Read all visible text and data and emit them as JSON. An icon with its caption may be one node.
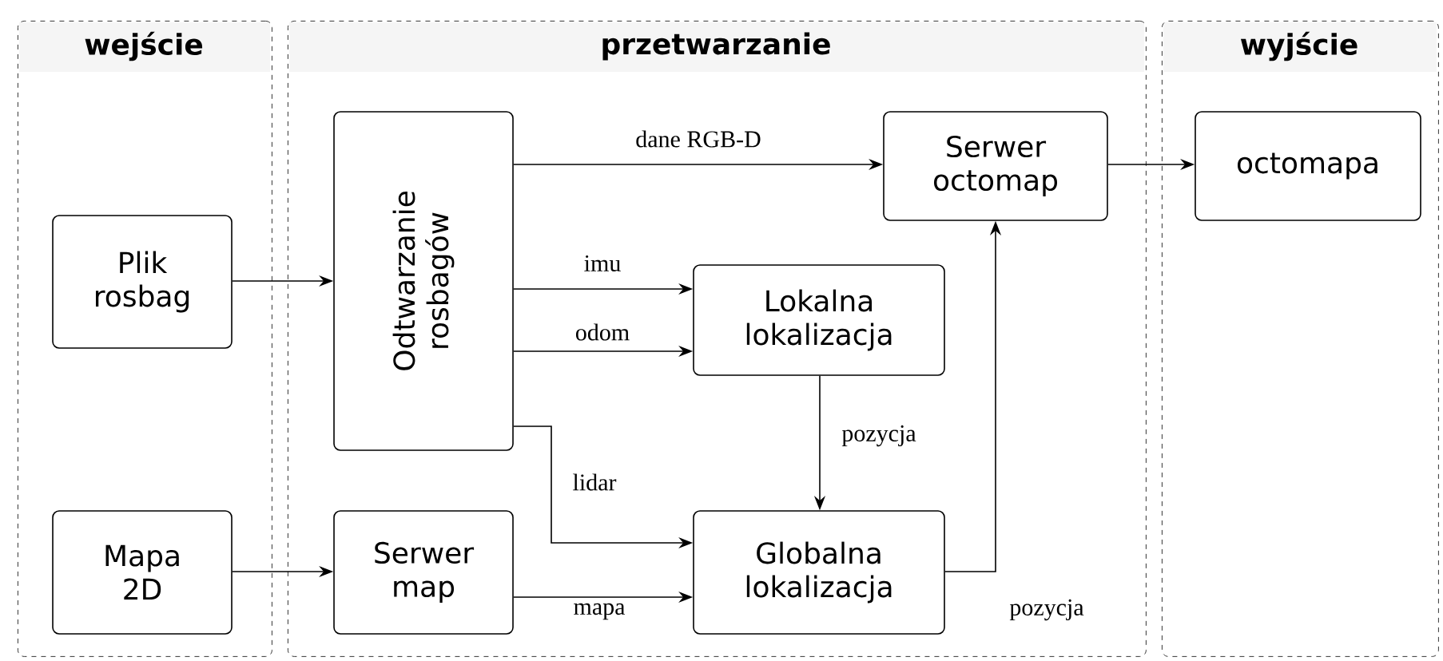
{
  "diagram": {
    "nodes": [
      {
        "text": [
          "wejście"
        ]
      },
      {
        "text": [
          "przetwarzanie"
        ]
      },
      {
        "text": [
          "wyjście"
        ]
      },
      {
        "text": [
          "Plik rosbag"
        ],
        "in": 0
      },
      {
        "text": [
          "Mapa 2D"
        ],
        "in": 0
      },
      {
        "text": [
          "Odtwarzanie rosbagów"
        ],
        "in": 1
      },
      {
        "text": [
          "Serwer map"
        ],
        "in": 1
      },
      {
        "text": [
          "Serwer octomap"
        ],
        "in": 1
      },
      {
        "text": [
          "Lokalna lokalizacja"
        ],
        "in": 1
      },
      {
        "text": [
          "Globalna lokalizacja"
        ],
        "in": 1
      },
      {
        "text": [
          "octomapa"
        ],
        "in": 2
      }
    ],
    "edges": [
      {
        "from": 3,
        "to": 5,
        "arrow": "to"
      },
      {
        "from": 4,
        "to": 6,
        "arrow": "to"
      },
      {
        "from": 5,
        "to": 7,
        "arrow": "to",
        "label": "dane RGB-D"
      },
      {
        "from": 5,
        "to": 8,
        "arrow": "to",
        "label": "imu"
      },
      {
        "from": 5,
        "to": 8,
        "arrow": "to",
        "label": "odom"
      },
      {
        "from": 5,
        "to": 9,
        "arrow": "to",
        "label": "lidar"
      },
      {
        "from": 6,
        "to": 9,
        "arrow": "to",
        "label": "mapa"
      },
      {
        "from": 8,
        "to": 9,
        "arrow": "to",
        "label": "pozycja"
      },
      {
        "from": 9,
        "to": 7,
        "arrow": "to",
        "label": "pozycja"
      },
      {
        "from": 7,
        "to": 10,
        "arrow": "to"
      }
    ]
  }
}
